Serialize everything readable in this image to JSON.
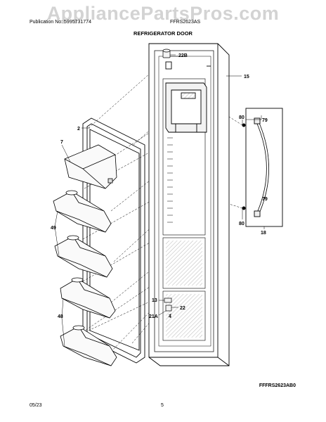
{
  "watermark": "AppliancePartsPros.com",
  "header": {
    "publication": "Publication No: 5995731774",
    "model": "FFRS2623AS",
    "title": "REFRIGERATOR DOOR"
  },
  "figure_code": "FFFRS2623AB0",
  "footer": {
    "date": "05/23",
    "page": "5"
  },
  "callouts": [
    {
      "id": "c-22b",
      "text": "22B"
    },
    {
      "id": "c-15",
      "text": "15"
    },
    {
      "id": "c-80a",
      "text": "80"
    },
    {
      "id": "c-79a",
      "text": "79"
    },
    {
      "id": "c-2",
      "text": "2"
    },
    {
      "id": "c-7",
      "text": "7"
    },
    {
      "id": "c-49",
      "text": "49"
    },
    {
      "id": "c-79b",
      "text": "79"
    },
    {
      "id": "c-80b",
      "text": "80"
    },
    {
      "id": "c-18",
      "text": "18"
    },
    {
      "id": "c-13",
      "text": "13"
    },
    {
      "id": "c-22",
      "text": "22"
    },
    {
      "id": "c-21a",
      "text": "21A"
    },
    {
      "id": "c-4",
      "text": "4"
    },
    {
      "id": "c-48",
      "text": "48"
    }
  ]
}
